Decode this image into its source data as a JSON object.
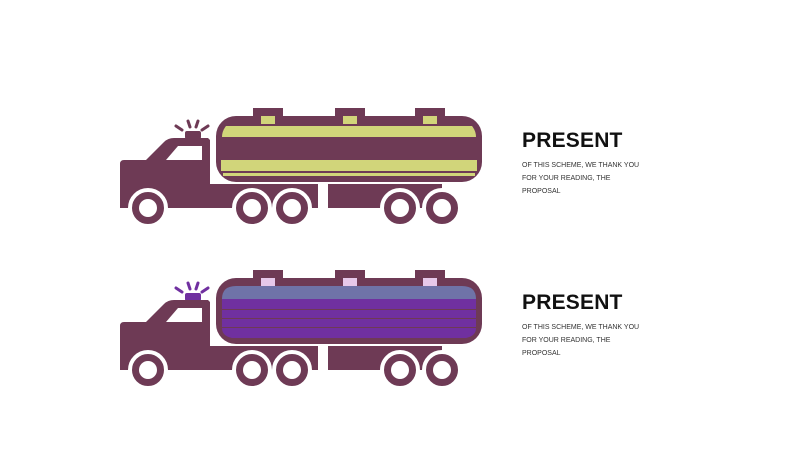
{
  "colors": {
    "truck_body": "#6e3a55",
    "tank_stripes_1": "#d1d57a",
    "tank_stripes_2": "#7030a0",
    "tank_top_2": "#6f73a8",
    "hatch_2": "#e6c8ea",
    "siren_1": "#6e3a55",
    "siren_2": "#7030a0",
    "text": "#111111"
  },
  "items": [
    {
      "title": "PRESENT",
      "description": "OF THIS SCHEME, WE THANK YOU FOR YOUR READING, THE PROPOSAL",
      "fill_style": "stripes"
    },
    {
      "title": "PRESENT",
      "description": "OF THIS SCHEME, WE THANK YOU FOR YOUR READING, THE PROPOSAL",
      "fill_style": "solid"
    }
  ]
}
